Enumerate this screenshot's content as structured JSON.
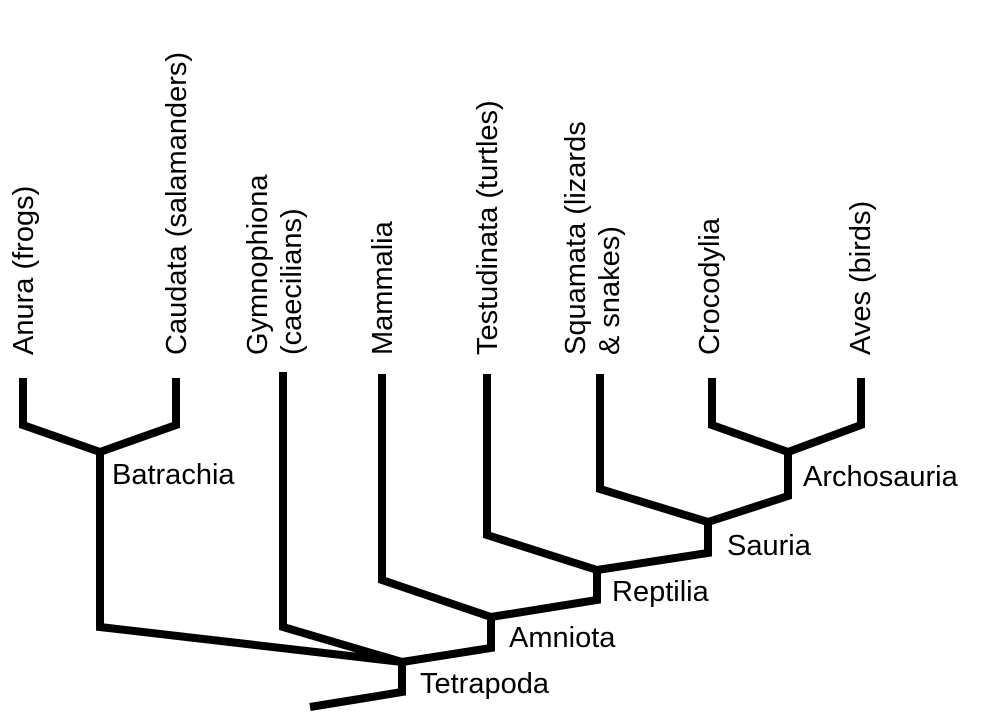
{
  "taxa": [
    {
      "id": "anura",
      "lines": [
        "Anura (frogs)"
      ]
    },
    {
      "id": "caudata",
      "lines": [
        "Caudata (salamanders)"
      ]
    },
    {
      "id": "gymnophiona",
      "lines": [
        "Gymnophiona",
        "(caecilians)"
      ]
    },
    {
      "id": "mammalia",
      "lines": [
        "Mammalia"
      ]
    },
    {
      "id": "testudinata",
      "lines": [
        "Testudinata (turtles)"
      ]
    },
    {
      "id": "squamata",
      "lines": [
        "Squamata (lizards",
        "& snakes)"
      ]
    },
    {
      "id": "crocodylia",
      "lines": [
        "Crocodylia"
      ]
    },
    {
      "id": "aves",
      "lines": [
        "Aves (birds)"
      ]
    }
  ],
  "clades": [
    {
      "id": "batrachia",
      "label": "Batrachia"
    },
    {
      "id": "archosauria",
      "label": "Archosauria"
    },
    {
      "id": "sauria",
      "label": "Sauria"
    },
    {
      "id": "reptilia",
      "label": "Reptilia"
    },
    {
      "id": "amniota",
      "label": "Amniota"
    },
    {
      "id": "tetrapoda",
      "label": "Tetrapoda"
    }
  ]
}
